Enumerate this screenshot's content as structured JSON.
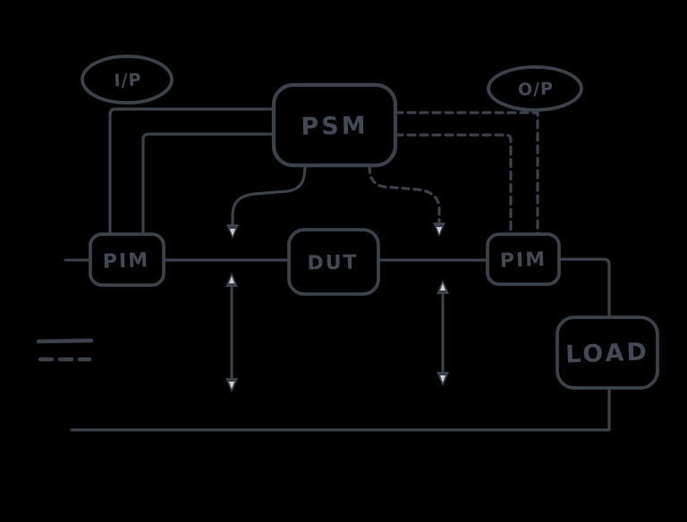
{
  "diagram": {
    "background_color": "#000000",
    "stroke_color": "#3b424c",
    "arrow_accent_color": "#c9ced5",
    "nodes": {
      "input_port": {
        "label": "I/P",
        "shape": "ellipse"
      },
      "output_port": {
        "label": "O/P",
        "shape": "ellipse"
      },
      "psm": {
        "label": "PSM",
        "shape": "rounded-rectangle"
      },
      "pim_left": {
        "label": "PIM",
        "shape": "rounded-rectangle"
      },
      "dut": {
        "label": "DUT",
        "shape": "rounded-rectangle"
      },
      "pim_right": {
        "label": "PIM",
        "shape": "rounded-rectangle"
      },
      "load": {
        "label": "LOAD",
        "shape": "rounded-rectangle"
      }
    },
    "connections": [
      {
        "from": "psm",
        "to": "pim_left",
        "style": "solid",
        "count": 2,
        "via": "input_port"
      },
      {
        "from": "psm",
        "to": "pim_right",
        "style": "dashed",
        "count": 2,
        "via": "output_port"
      },
      {
        "from": "psm",
        "to": "rf_path_left_segment",
        "style": "solid",
        "arrow": "down"
      },
      {
        "from": "psm",
        "to": "rf_path_right_segment",
        "style": "dashed",
        "arrow": "down"
      },
      {
        "from": "pim_left",
        "to": "dut",
        "style": "solid"
      },
      {
        "from": "dut",
        "to": "pim_right",
        "style": "solid"
      },
      {
        "from": "pim_right",
        "to": "load",
        "style": "solid"
      },
      {
        "from": "load",
        "to": "ground_bus",
        "style": "solid"
      },
      {
        "from": "rf_path_left_segment",
        "to": "ground_bus",
        "style": "solid",
        "arrow": "double"
      },
      {
        "from": "rf_path_right_segment",
        "to": "ground_bus",
        "style": "solid",
        "arrow": "double"
      }
    ],
    "legend": {
      "items": [
        {
          "style": "solid"
        },
        {
          "style": "dashed"
        }
      ]
    }
  }
}
